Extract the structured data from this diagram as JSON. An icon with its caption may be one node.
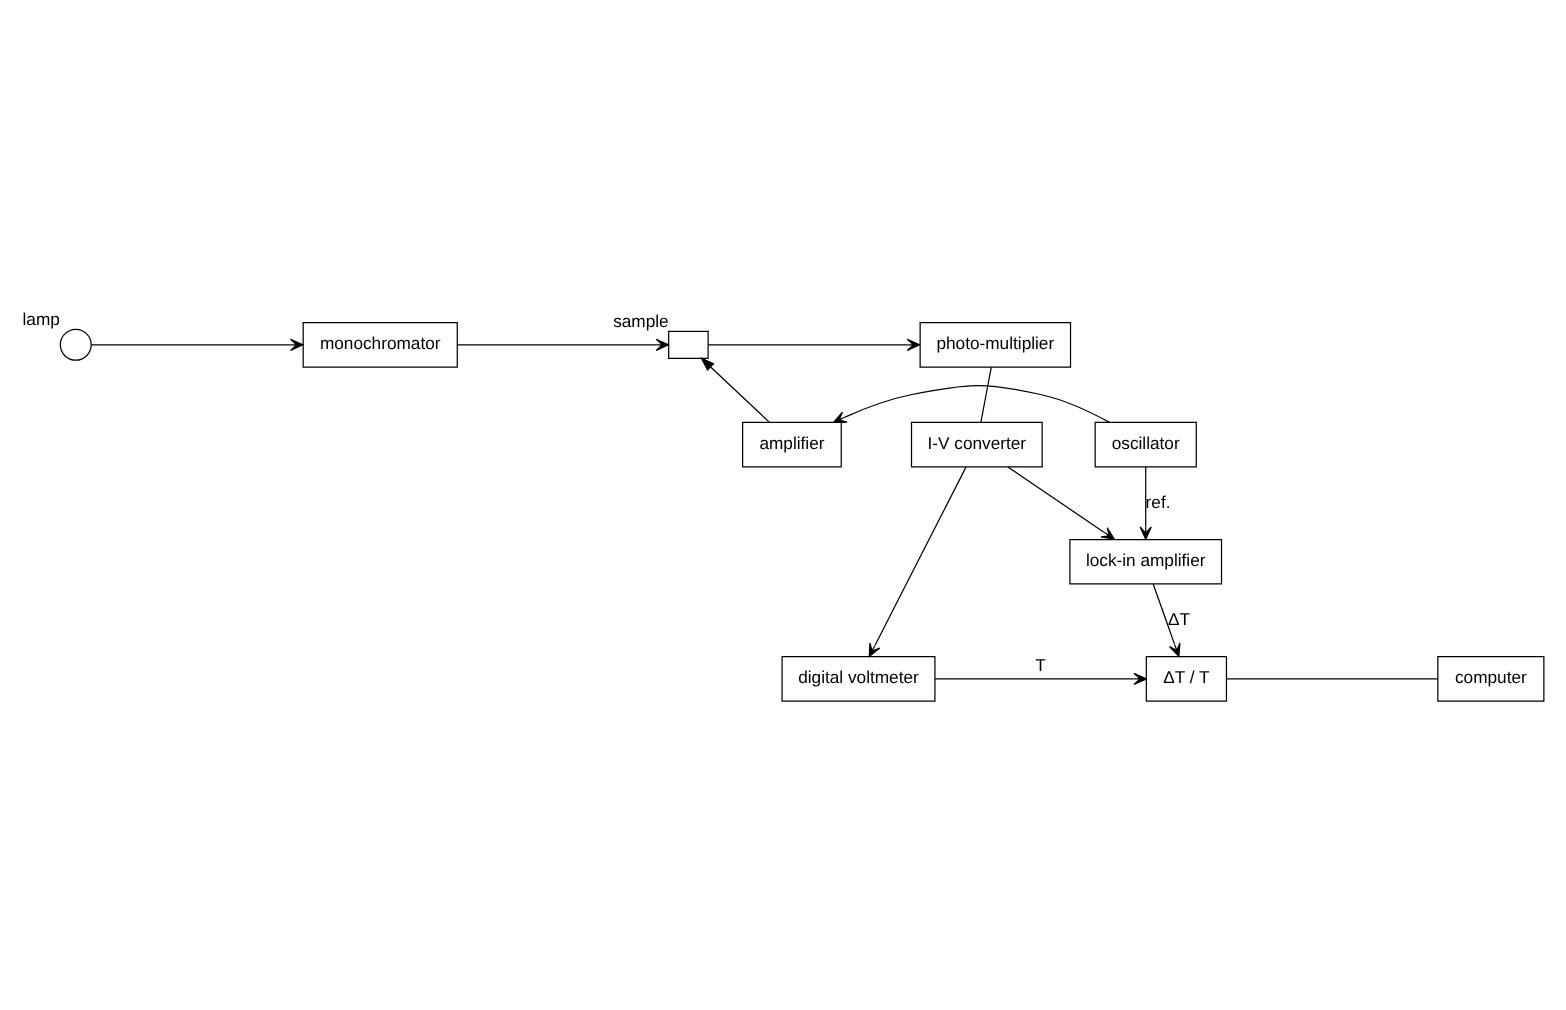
{
  "diagram": {
    "nodes": [
      {
        "text": [
          "photo-multiplier"
        ]
      },
      {
        "text": [],
        "shape": "box",
        "beside": [
          "sample"
        ]
      },
      {
        "text": [
          "monochromator"
        ]
      },
      {
        "text": [],
        "shape": "circle",
        "beside": [
          "lamp"
        ]
      },
      {
        "text": [
          "I-V converter"
        ]
      },
      {
        "text": [
          "amplifier"
        ]
      },
      {
        "text": [
          "oscillator"
        ]
      },
      {
        "text": [
          "lock-in amplifier"
        ]
      },
      {
        "text": [
          "digital voltmeter"
        ]
      },
      {
        "text": [
          "ΔT / T"
        ]
      },
      {
        "text": [
          "computer"
        ]
      }
    ],
    "edges": [
      {
        "from": 1,
        "to": 0,
        "arrow": "to"
      },
      {
        "from": 2,
        "to": 1,
        "arrow": "to"
      },
      {
        "from": 3,
        "to": 2,
        "arrow": "to"
      },
      {
        "from": 0,
        "to": 4,
        "arrow": "none"
      },
      {
        "from": 5,
        "to": 1,
        "arrow": "to"
      },
      {
        "from": 6,
        "to": 5,
        "arrow": "to"
      },
      {
        "from": 4,
        "to": 7,
        "arrow": "to"
      },
      {
        "from": 4,
        "to": 8,
        "arrow": "to"
      },
      {
        "from": 6,
        "to": 7,
        "arrow": "to",
        "label": "ref."
      },
      {
        "from": 7,
        "to": 9,
        "arrow": "to",
        "label": "ΔT"
      },
      {
        "from": 8,
        "to": 9,
        "arrow": "to",
        "label": "T"
      },
      {
        "from": 9,
        "to": 10,
        "arrow": "none"
      }
    ]
  }
}
